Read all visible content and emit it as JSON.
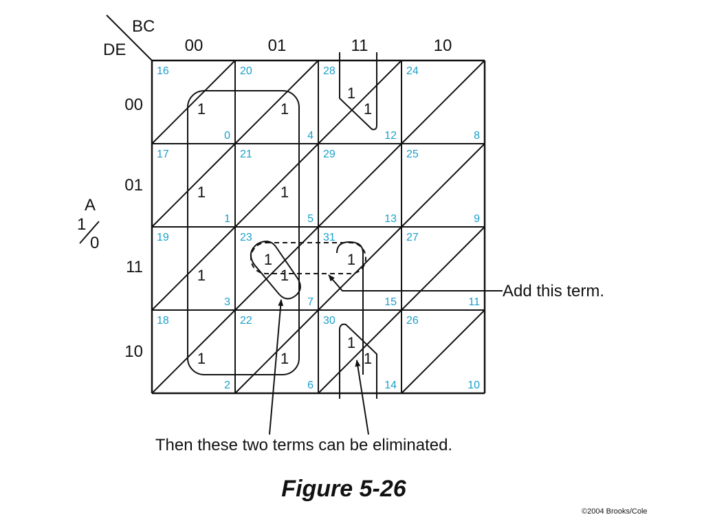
{
  "map": {
    "row_var": "DE",
    "col_var": "BC",
    "split_var": "A",
    "split_top": "1",
    "split_bottom": "0",
    "col_headers": [
      "00",
      "01",
      "11",
      "10"
    ],
    "row_headers": [
      "00",
      "01",
      "11",
      "10"
    ],
    "cells": [
      [
        {
          "upper": "16",
          "lower": "0"
        },
        {
          "upper": "20",
          "lower": "4"
        },
        {
          "upper": "28",
          "lower": "12"
        },
        {
          "upper": "24",
          "lower": "8"
        }
      ],
      [
        {
          "upper": "17",
          "lower": "1"
        },
        {
          "upper": "21",
          "lower": "5"
        },
        {
          "upper": "29",
          "lower": "13"
        },
        {
          "upper": "25",
          "lower": "9"
        }
      ],
      [
        {
          "upper": "19",
          "lower": "3"
        },
        {
          "upper": "23",
          "lower": "7"
        },
        {
          "upper": "31",
          "lower": "15"
        },
        {
          "upper": "27",
          "lower": "11"
        }
      ],
      [
        {
          "upper": "18",
          "lower": "2"
        },
        {
          "upper": "22",
          "lower": "6"
        },
        {
          "upper": "30",
          "lower": "14"
        },
        {
          "upper": "26",
          "lower": "10"
        }
      ]
    ],
    "ones": [
      {
        "row": 0,
        "col": 0,
        "half": "lower",
        "text": "1"
      },
      {
        "row": 0,
        "col": 1,
        "half": "lower",
        "text": "1"
      },
      {
        "row": 0,
        "col": 2,
        "half": "upper",
        "text": "1"
      },
      {
        "row": 0,
        "col": 2,
        "half": "lower",
        "text": "1"
      },
      {
        "row": 1,
        "col": 0,
        "half": "lower",
        "text": "1"
      },
      {
        "row": 1,
        "col": 1,
        "half": "lower",
        "text": "1"
      },
      {
        "row": 2,
        "col": 0,
        "half": "lower",
        "text": "1"
      },
      {
        "row": 2,
        "col": 1,
        "half": "upper",
        "text": "1"
      },
      {
        "row": 2,
        "col": 1,
        "half": "lower",
        "text": "1"
      },
      {
        "row": 2,
        "col": 2,
        "half": "upper",
        "text": "1"
      },
      {
        "row": 3,
        "col": 0,
        "half": "lower",
        "text": "1"
      },
      {
        "row": 3,
        "col": 1,
        "half": "lower",
        "text": "1"
      },
      {
        "row": 3,
        "col": 2,
        "half": "upper",
        "text": "1"
      },
      {
        "row": 3,
        "col": 2,
        "half": "lower",
        "text": "1"
      }
    ],
    "index_color": "#1a9fc9",
    "line_color": "#111111"
  },
  "annotations": {
    "add_term": "Add this term.",
    "eliminate": "Then these two terms can be eliminated."
  },
  "figure_title": "Figure 5-26",
  "copyright": "©2004 Brooks/Cole"
}
